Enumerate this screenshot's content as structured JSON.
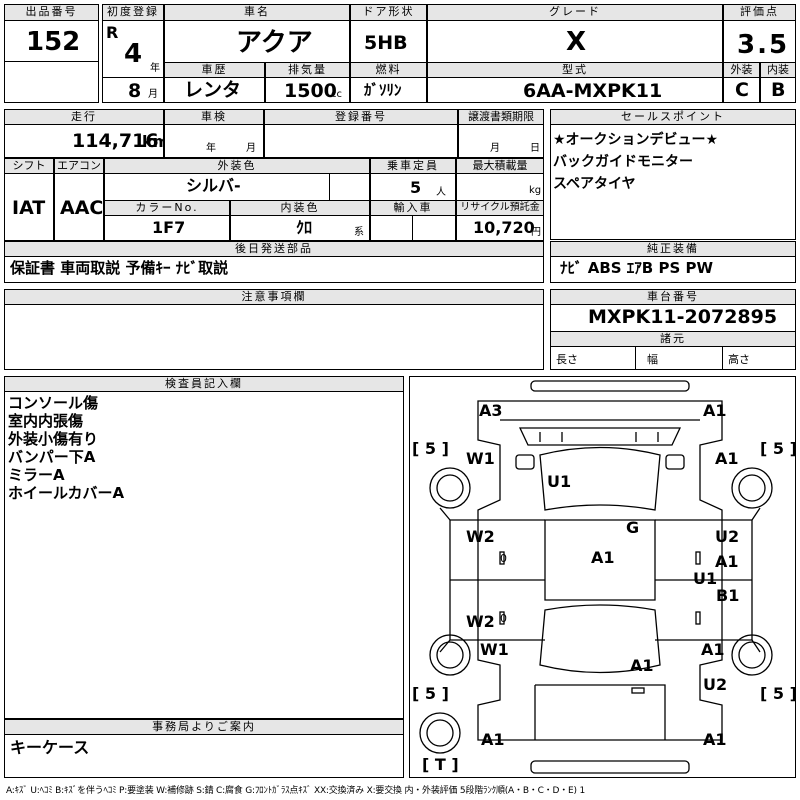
{
  "header": {
    "lot_no_label": "出品番号",
    "lot_no": "152",
    "first_reg_label": "初度登録",
    "era": "R",
    "year": "4",
    "year_unit": "年",
    "month": "8",
    "month_unit": "月",
    "car_name_label": "車名",
    "car_name": "アクア",
    "door_label": "ドア形状",
    "door": "5HB",
    "grade_label": "グレード",
    "grade": "X",
    "score_label": "評価点",
    "score": "3.5",
    "history_label": "車歴",
    "history": "レンタ",
    "displacement_label": "排気量",
    "displacement": "1500",
    "displacement_unit": "cc",
    "fuel_label": "燃料",
    "fuel": "ｶﾞｿﾘﾝ",
    "model_label": "型式",
    "model": "6AA-MXPK11",
    "ext_label": "外装",
    "ext_grade": "C",
    "int_label": "内装",
    "int_grade": "B"
  },
  "row2": {
    "mileage_label": "走行",
    "mileage": "114,716",
    "mileage_unit": "km",
    "inspection_label": "車検",
    "insp_year_unit": "年",
    "insp_month_unit": "月",
    "reg_no_label": "登録番号",
    "transfer_label": "譲渡書類期限",
    "transfer_month_unit": "月",
    "transfer_day_unit": "日",
    "sales_points_label": "セールスポイント",
    "sales_points": [
      "★オークションデビュー★",
      "バックガイドモニター",
      "スペアタイヤ"
    ]
  },
  "row3": {
    "shift_label": "シフト",
    "shift": "IAT",
    "ac_label": "エアコン",
    "ac": "AAC",
    "exterior_color_label": "外装色",
    "exterior_color": "シルバ-",
    "capacity_label": "乗車定員",
    "capacity": "5",
    "capacity_unit": "人",
    "max_load_label": "最大積載量",
    "max_load_unit": "kg",
    "color_no_label": "カラーNo.",
    "color_no": "1F7",
    "interior_color_label": "内装色",
    "interior_color": "ｸﾛ",
    "interior_color_unit": "系",
    "import_label": "輸入車",
    "recycle_label": "リサイクル預託金",
    "recycle": "10,720",
    "recycle_unit": "円"
  },
  "later_items": {
    "label": "後日発送部品",
    "value": "保証書 車両取説 予備ｷｰ ﾅﾋﾞ取説"
  },
  "genuine_equipment": {
    "label": "純正装備",
    "value": "ﾅﾋﾞ ABS ｴｱB PS PW"
  },
  "notes": {
    "label": "注意事項欄"
  },
  "chassis": {
    "label": "車台番号",
    "value": "MXPK11-2072895"
  },
  "specs": {
    "label": "諸元",
    "length_label": "長さ",
    "width_label": "幅",
    "height_label": "高さ"
  },
  "inspector": {
    "label": "検査員記入欄",
    "lines": [
      "コンソール傷",
      "室内内張傷",
      "外装小傷有り",
      "バンパー下A",
      "ミラーA",
      "ホイールカバーA"
    ]
  },
  "office": {
    "label": "事務局よりご案内",
    "value": "キーケース"
  },
  "diagram": {
    "tire_marks": [
      "[ 5 ]",
      "[ 5 ]",
      "[ 5 ]",
      "[ 5 ]",
      "[ T ]"
    ],
    "labels": [
      "A3",
      "A1",
      "W1",
      "A1",
      "U1",
      "G",
      "W2",
      "A1",
      "U2",
      "A1",
      "U1",
      "B1",
      "W2",
      "W1",
      "A1",
      "A1",
      "U2",
      "A1",
      "A1"
    ],
    "small_marks": [
      "0",
      "0"
    ]
  },
  "legend": "A:ｷｽﾞ U:ﾍｺﾐ B:ｷｽﾞを伴うﾍｺﾐ P:要塗装 W:補修跡 S:錆 C:腐食 G:ﾌﾛﾝﾄｶﾞﾗｽ点ｷｽﾞ XX:交換済み X:要交換 内・外装評価 5段階ﾗﾝｸ順(A・B・C・D・E) 1"
}
